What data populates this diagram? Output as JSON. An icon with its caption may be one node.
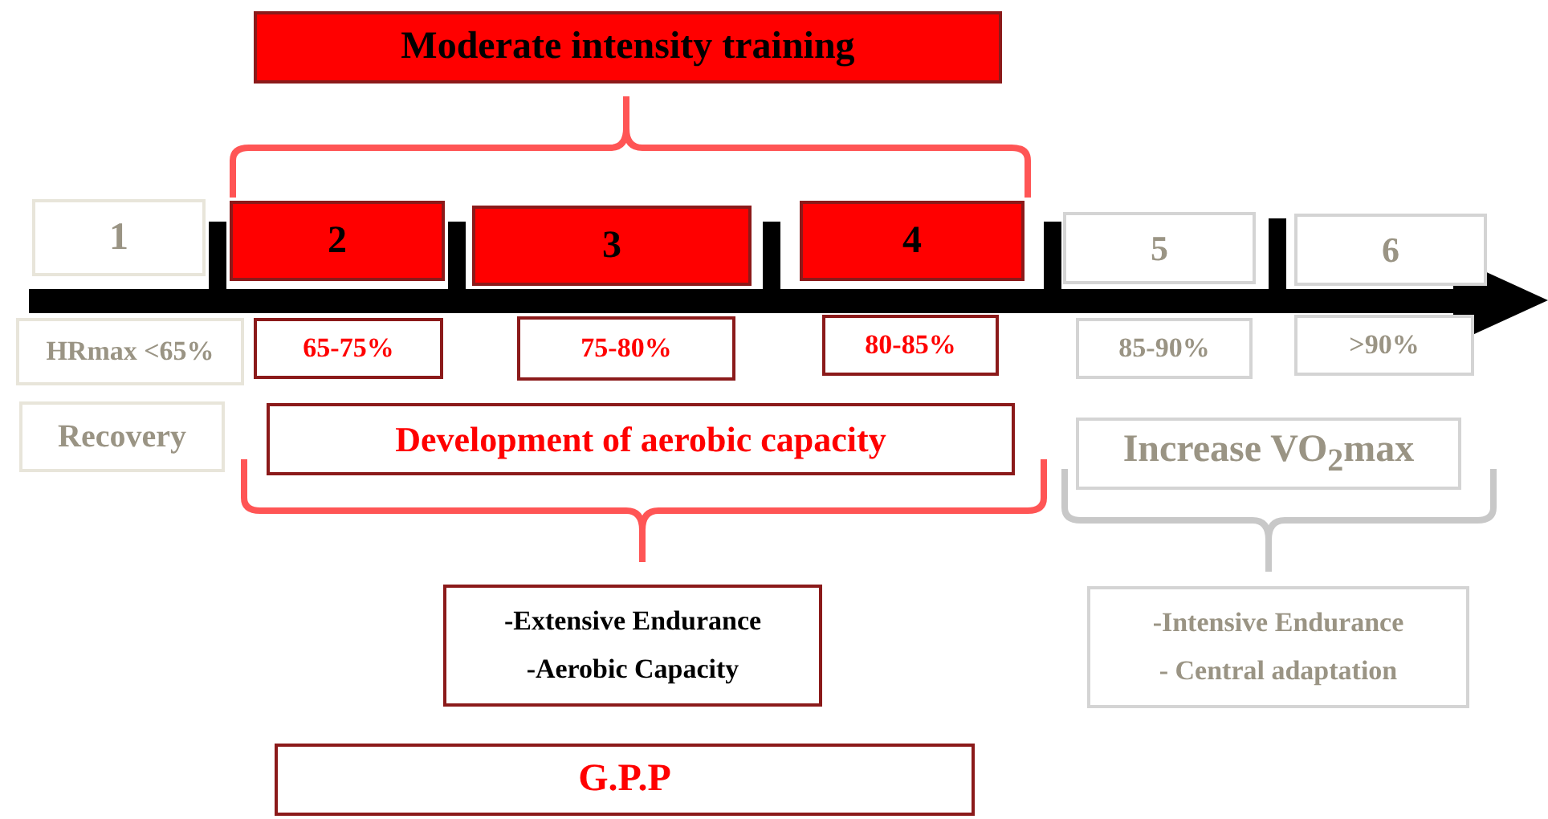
{
  "diagram": {
    "nodes": [
      {
        "text": [
          "Moderate intensity training"
        ]
      },
      {
        "text": [
          "1"
        ]
      },
      {
        "text": [
          "2"
        ]
      },
      {
        "text": [
          "3"
        ]
      },
      {
        "text": [
          "4"
        ]
      },
      {
        "text": [
          "5"
        ]
      },
      {
        "text": [
          "6"
        ]
      },
      {
        "text": [
          "HRmax <65%"
        ]
      },
      {
        "text": [
          "65-75%"
        ]
      },
      {
        "text": [
          "75-80%"
        ]
      },
      {
        "text": [
          "80-85%"
        ]
      },
      {
        "text": [
          "85-90%"
        ]
      },
      {
        "text": [
          ">90%"
        ]
      },
      {
        "text": [
          "Recovery"
        ]
      },
      {
        "text": [
          "Development of aerobic capacity"
        ]
      },
      {
        "text": [
          "Increase VO$_{2}$max"
        ]
      },
      {
        "text": [
          "-Extensive Endurance",
          "-Aerobic Capacity"
        ]
      },
      {
        "text": [
          "-Intensive Endurance",
          "- Central adaptation"
        ]
      },
      {
        "text": [
          "G.P.P"
        ]
      }
    ]
  }
}
